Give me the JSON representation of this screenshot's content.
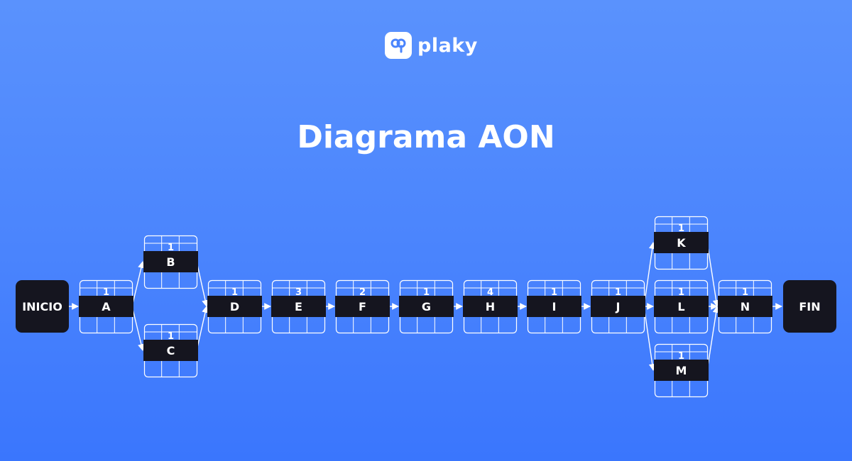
{
  "brand": {
    "name": "plaky",
    "icon": "plaky-logo-icon"
  },
  "title": "Diagrama AON",
  "colors": {
    "accent": "#4a84fd",
    "node_fill": "#15151f",
    "line": "#ffffff"
  },
  "diagram": {
    "start": "INICIO",
    "end": "FIN",
    "activities": [
      {
        "id": "A",
        "duration": "1"
      },
      {
        "id": "B",
        "duration": "1"
      },
      {
        "id": "C",
        "duration": "1"
      },
      {
        "id": "D",
        "duration": "1"
      },
      {
        "id": "E",
        "duration": "3"
      },
      {
        "id": "F",
        "duration": "2"
      },
      {
        "id": "G",
        "duration": "1"
      },
      {
        "id": "H",
        "duration": "4"
      },
      {
        "id": "I",
        "duration": "1"
      },
      {
        "id": "J",
        "duration": "1"
      },
      {
        "id": "K",
        "duration": "1"
      },
      {
        "id": "L",
        "duration": "1"
      },
      {
        "id": "M",
        "duration": "1"
      },
      {
        "id": "N",
        "duration": "1"
      }
    ],
    "edges": [
      [
        "INICIO",
        "A"
      ],
      [
        "A",
        "B"
      ],
      [
        "A",
        "C"
      ],
      [
        "B",
        "D"
      ],
      [
        "C",
        "D"
      ],
      [
        "D",
        "E"
      ],
      [
        "E",
        "F"
      ],
      [
        "F",
        "G"
      ],
      [
        "G",
        "H"
      ],
      [
        "H",
        "I"
      ],
      [
        "I",
        "J"
      ],
      [
        "J",
        "K"
      ],
      [
        "J",
        "L"
      ],
      [
        "J",
        "M"
      ],
      [
        "K",
        "N"
      ],
      [
        "L",
        "N"
      ],
      [
        "M",
        "N"
      ],
      [
        "N",
        "FIN"
      ]
    ]
  }
}
